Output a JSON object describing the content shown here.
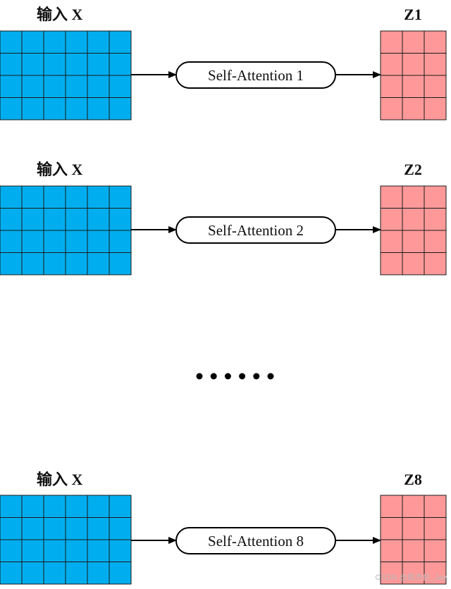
{
  "diagram": {
    "rows": [
      {
        "input_label": "输入 X",
        "block_label": "Self-Attention 1",
        "output_label": "Z1"
      },
      {
        "input_label": "输入 X",
        "block_label": "Self-Attention 2",
        "output_label": "Z2"
      },
      {
        "input_label": "输入 X",
        "block_label": "Self-Attention 8",
        "output_label": "Z8"
      }
    ],
    "ellipsis_dot_count": 6,
    "input_matrix": {
      "rows": 4,
      "cols": 6,
      "color": "#00aeef"
    },
    "output_matrix": {
      "rows": 4,
      "cols": 3,
      "color": "#ff9999"
    },
    "watermark": "CSDN @周杰伦_Jay"
  }
}
